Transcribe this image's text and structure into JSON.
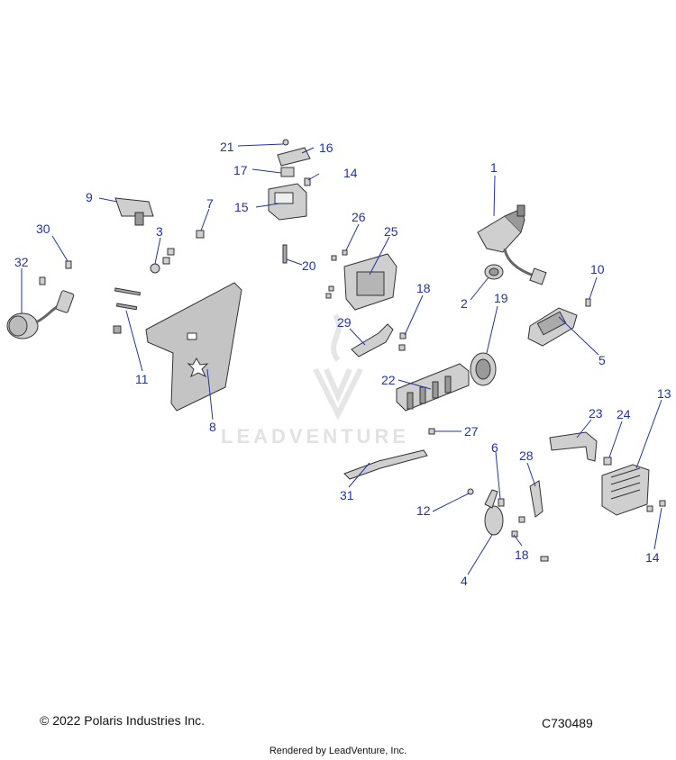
{
  "callouts": [
    {
      "id": "c21",
      "label": "21"
    },
    {
      "id": "c16",
      "label": "16"
    },
    {
      "id": "c17",
      "label": "17"
    },
    {
      "id": "c14a",
      "label": "14"
    },
    {
      "id": "c15",
      "label": "15"
    },
    {
      "id": "c9",
      "label": "9"
    },
    {
      "id": "c7",
      "label": "7"
    },
    {
      "id": "c3",
      "label": "3"
    },
    {
      "id": "c30",
      "label": "30"
    },
    {
      "id": "c32",
      "label": "32"
    },
    {
      "id": "c11",
      "label": "11"
    },
    {
      "id": "c8",
      "label": "8"
    },
    {
      "id": "c26",
      "label": "26"
    },
    {
      "id": "c25",
      "label": "25"
    },
    {
      "id": "c20",
      "label": "20"
    },
    {
      "id": "c18a",
      "label": "18"
    },
    {
      "id": "c29",
      "label": "29"
    },
    {
      "id": "c1",
      "label": "1"
    },
    {
      "id": "c2",
      "label": "2"
    },
    {
      "id": "c19",
      "label": "19"
    },
    {
      "id": "c10",
      "label": "10"
    },
    {
      "id": "c5",
      "label": "5"
    },
    {
      "id": "c22",
      "label": "22"
    },
    {
      "id": "c27",
      "label": "27"
    },
    {
      "id": "c13",
      "label": "13"
    },
    {
      "id": "c23",
      "label": "23"
    },
    {
      "id": "c24",
      "label": "24"
    },
    {
      "id": "c31",
      "label": "31"
    },
    {
      "id": "c6",
      "label": "6"
    },
    {
      "id": "c28",
      "label": "28"
    },
    {
      "id": "c12",
      "label": "12"
    },
    {
      "id": "c18b",
      "label": "18"
    },
    {
      "id": "c4",
      "label": "4"
    },
    {
      "id": "c14b",
      "label": "14"
    }
  ],
  "footer": {
    "copyright": "© 2022 Polaris Industries Inc.",
    "diagram_id": "C730489",
    "rendered_by": "Rendered by LeadVenture, Inc."
  },
  "watermark": "LEADVENTURE",
  "colors": {
    "callout": "#2233aa",
    "line": "#2233aa",
    "part_stroke": "#333333",
    "part_fill": "#cfcfcf",
    "part_dark": "#8a8a8a"
  }
}
